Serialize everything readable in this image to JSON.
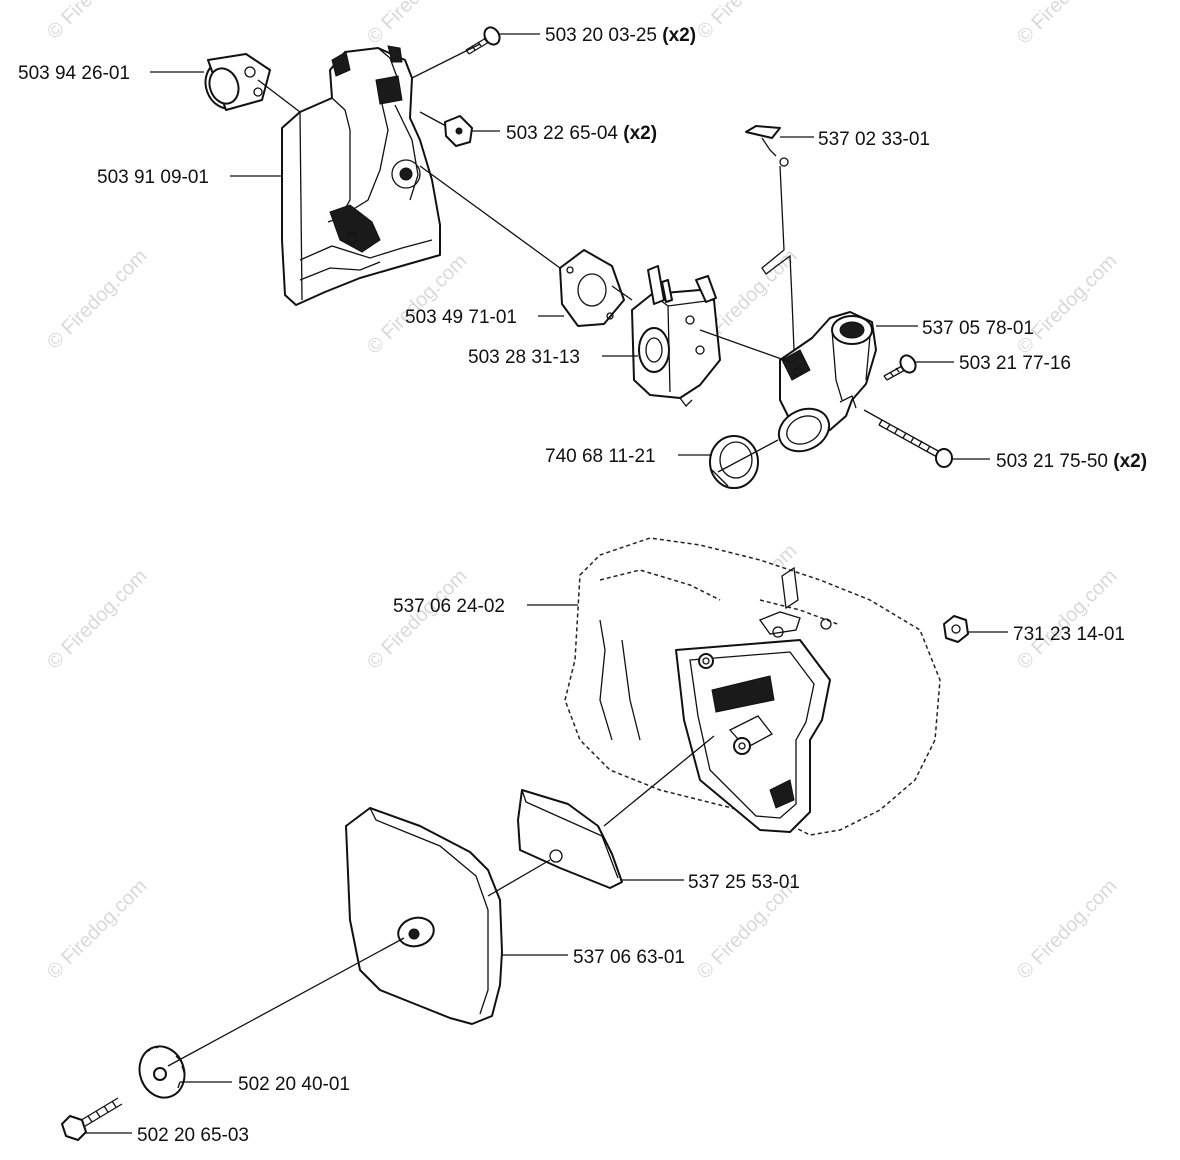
{
  "watermark": {
    "text": "© Firedog.com"
  },
  "parts": [
    {
      "number": "503 94 26-01",
      "qty": ""
    },
    {
      "number": "503 20 03-25",
      "qty": "(x2)"
    },
    {
      "number": "503 22 65-04",
      "qty": "(x2)"
    },
    {
      "number": "503 91 09-01",
      "qty": ""
    },
    {
      "number": "537 02 33-01",
      "qty": ""
    },
    {
      "number": "503 49 71-01",
      "qty": ""
    },
    {
      "number": "537 05 78-01",
      "qty": ""
    },
    {
      "number": "503 28 31-13",
      "qty": ""
    },
    {
      "number": "503 21 77-16",
      "qty": ""
    },
    {
      "number": "740 68 11-21",
      "qty": ""
    },
    {
      "number": "503 21 75-50",
      "qty": "(x2)"
    },
    {
      "number": "537 06 24-02",
      "qty": ""
    },
    {
      "number": "731 23 14-01",
      "qty": ""
    },
    {
      "number": "537 25 53-01",
      "qty": ""
    },
    {
      "number": "537 06 63-01",
      "qty": ""
    },
    {
      "number": "502 20 40-01",
      "qty": ""
    },
    {
      "number": "502 20 65-03",
      "qty": ""
    }
  ]
}
